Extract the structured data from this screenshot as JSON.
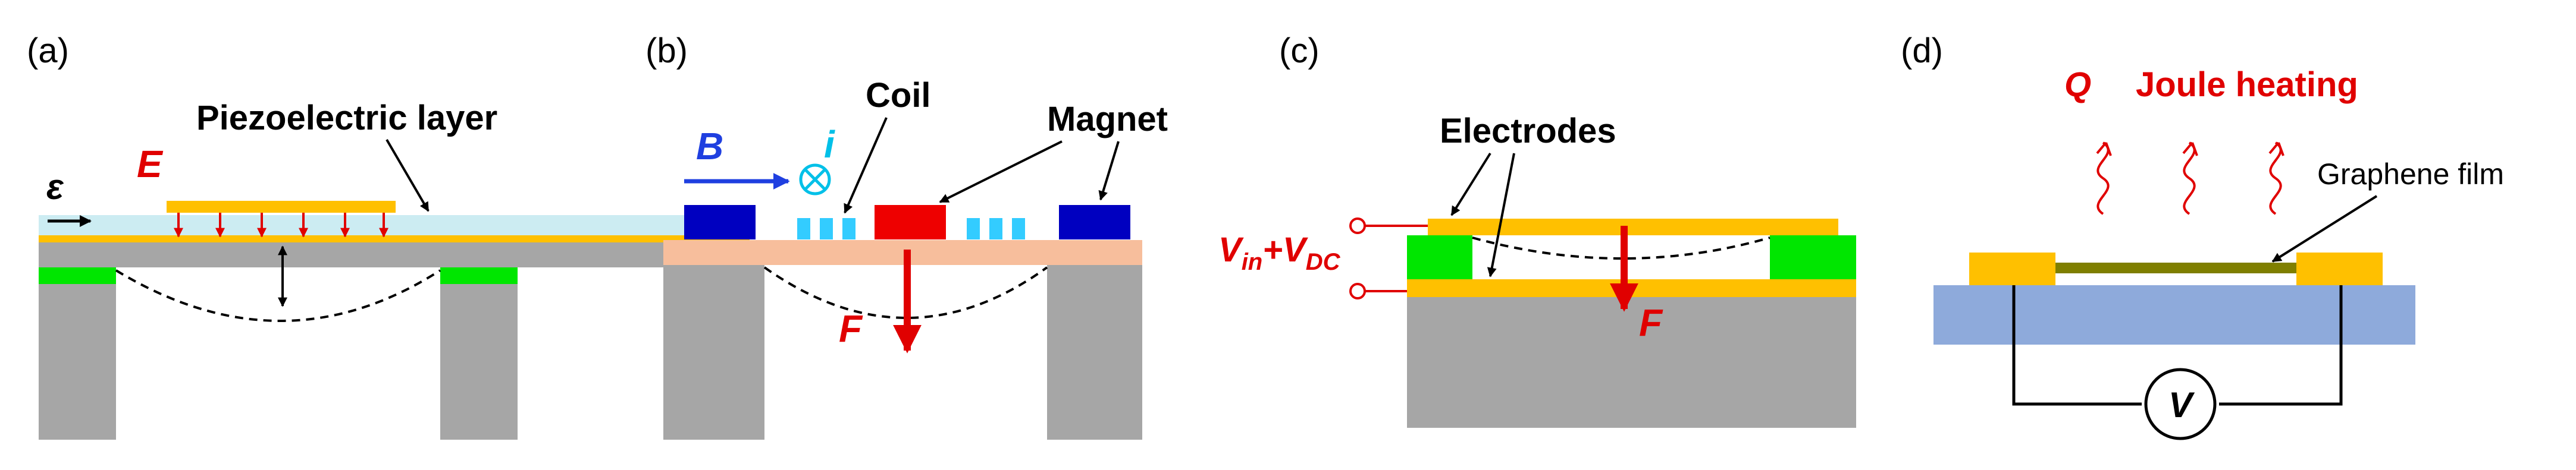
{
  "panels": {
    "a": {
      "tag": "(a)",
      "layer_label": "Piezoelectric layer",
      "field_symbol": "E",
      "strain_symbol": "ε"
    },
    "b": {
      "tag": "(b)",
      "b_symbol": "B",
      "current_symbol": "i",
      "coil_label": "Coil",
      "magnet_label": "Magnet",
      "force_symbol": "F"
    },
    "c": {
      "tag": "(c)",
      "electrodes_label": "Electrodes",
      "voltage_label": {
        "v1": "V",
        "s1": "in",
        "plus": "+",
        "v2": "V",
        "s2": "DC"
      },
      "force_symbol": "F"
    },
    "d": {
      "tag": "(d)",
      "heat_symbol": "Q",
      "heat_label": "Joule heating",
      "film_label": "Graphene film",
      "meter_symbol": "V"
    }
  },
  "colors": {
    "substrate": "#a6a6a6",
    "electrode": "#ffc000",
    "piezo": "#ccecf2",
    "support": "#00e600",
    "magnet_side": "#0000c0",
    "magnet_center": "#ee0000",
    "coil": "#33ccff",
    "membrane": "#f7be9c",
    "force": "#e00000",
    "b_field": "#1f3fe0",
    "current": "#00c0e8",
    "graphene": "#7f7f00",
    "d_substrate": "#8eaadb"
  }
}
